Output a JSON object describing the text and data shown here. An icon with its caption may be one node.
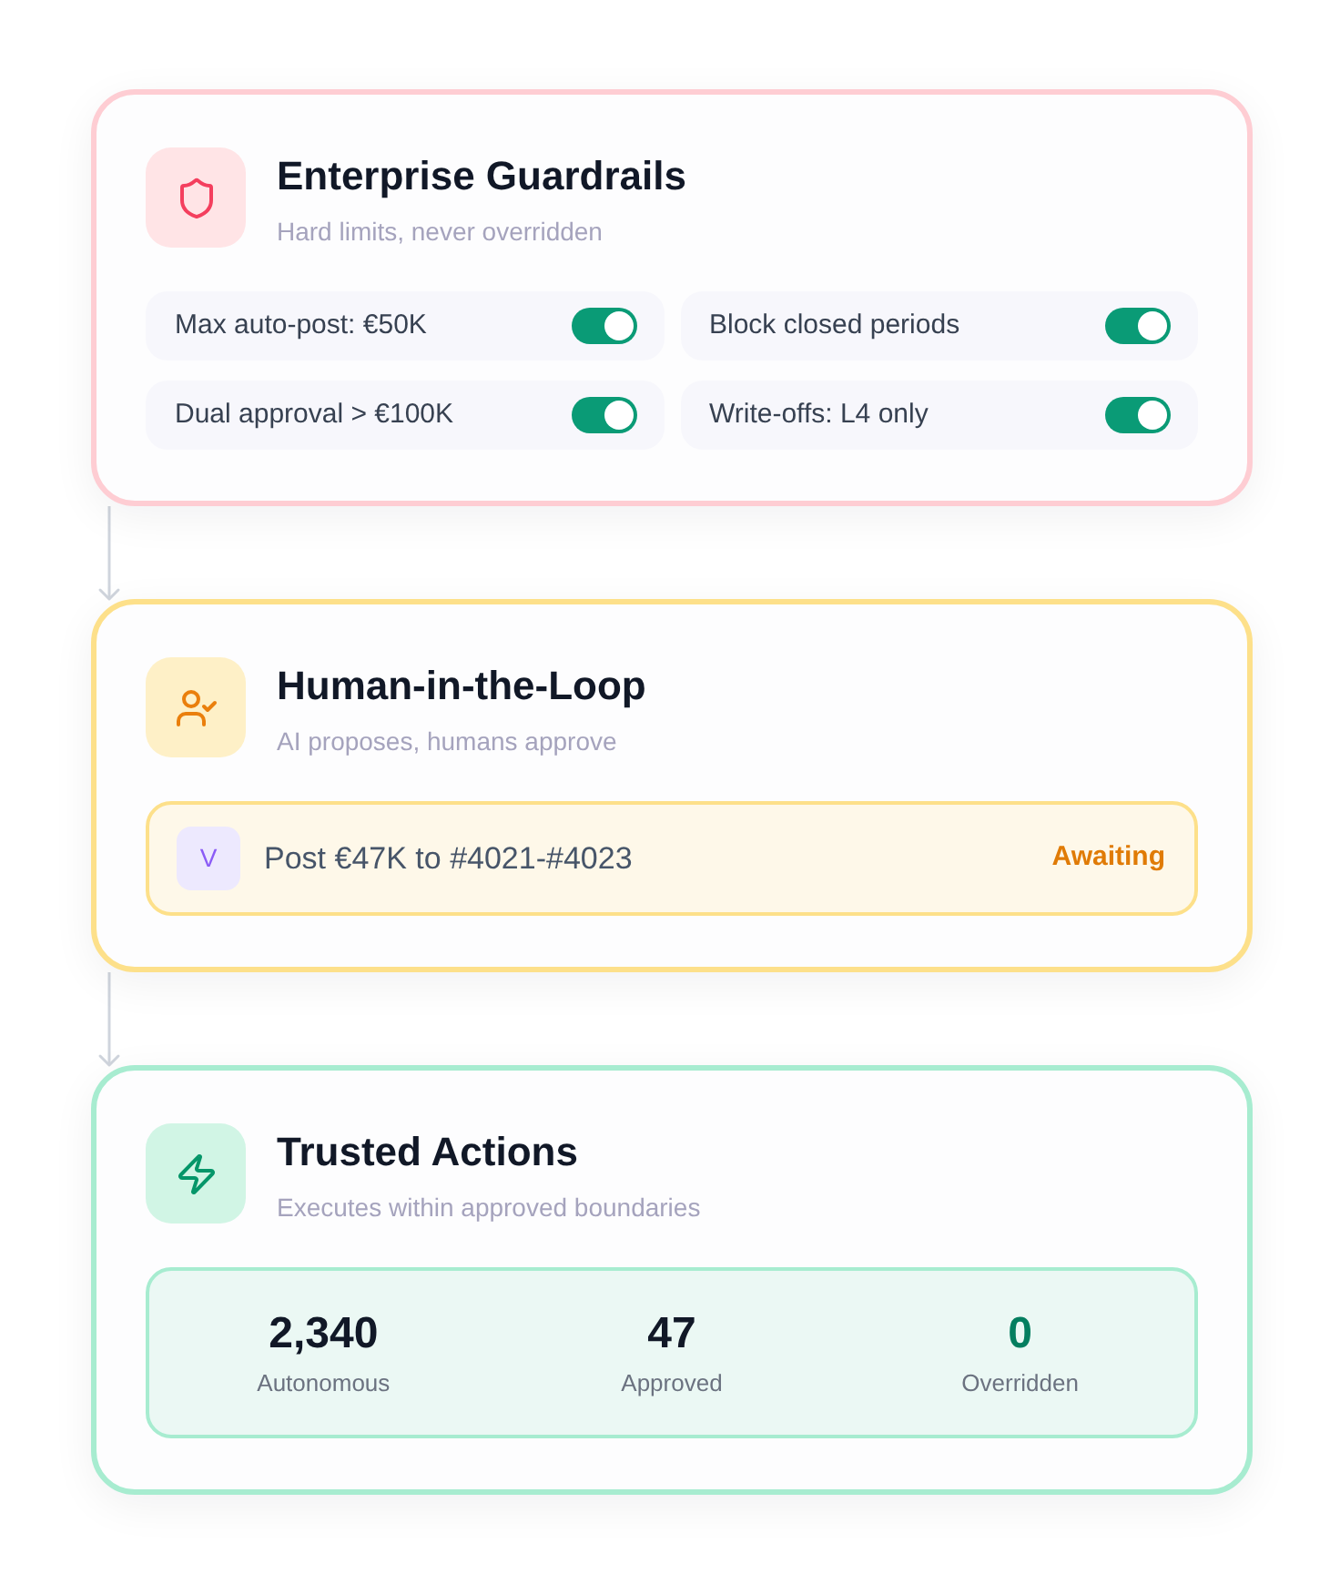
{
  "diagram": {
    "nodes": [
      {
        "text": [
          "Enterprise Guardrails",
          "Hard limits, never overridden"
        ]
      },
      {
        "text": [
          "Max auto-post: €50K"
        ],
        "in": 0
      },
      {
        "text": [
          "Block closed periods"
        ],
        "in": 0
      },
      {
        "text": [
          "Dual approval > €100K"
        ],
        "in": 0
      },
      {
        "text": [
          "Write-offs: L4 only"
        ],
        "in": 0
      },
      {
        "text": [
          "Human-in-the-Loop",
          "AI proposes, humans approve"
        ]
      },
      {
        "text": [
          "Post €47K to #4021-#4023",
          "Awaiting"
        ],
        "in": 5
      },
      {
        "text": [
          "V"
        ],
        "in": 6
      },
      {
        "text": [
          "Trusted Actions",
          "Executes within approved boundaries"
        ]
      },
      {
        "text": [
          "2,340",
          "Autonomous",
          "47",
          "Approved",
          "0",
          "Overridden"
        ],
        "in": 8
      }
    ],
    "edges": [
      {
        "from": 0,
        "to": 5,
        "arrow": "to"
      },
      {
        "from": 5,
        "to": 8,
        "arrow": "to"
      }
    ]
  }
}
